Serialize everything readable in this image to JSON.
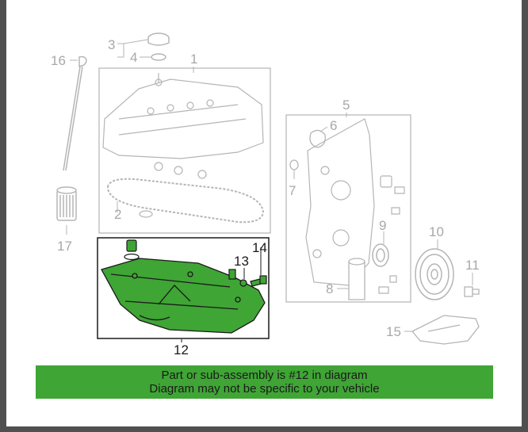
{
  "callouts": {
    "c1": "1",
    "c2": "2",
    "c3": "3",
    "c4": "4",
    "c5": "5",
    "c6": "6",
    "c7": "7",
    "c8": "8",
    "c9": "9",
    "c10": "10",
    "c11": "11",
    "c12": "12",
    "c13": "13",
    "c14": "14",
    "c15": "15",
    "c16": "16",
    "c17": "17"
  },
  "highlighted_part": "12",
  "colors": {
    "highlight_fill": "#3fa535",
    "banner_background": "#3fa535",
    "inactive_line": "#b0b0b0",
    "active_line": "#1a1a1a"
  },
  "banner": {
    "line1": "Part or sub-assembly is #12 in diagram",
    "line2": "Diagram may not be specific to your vehicle"
  }
}
